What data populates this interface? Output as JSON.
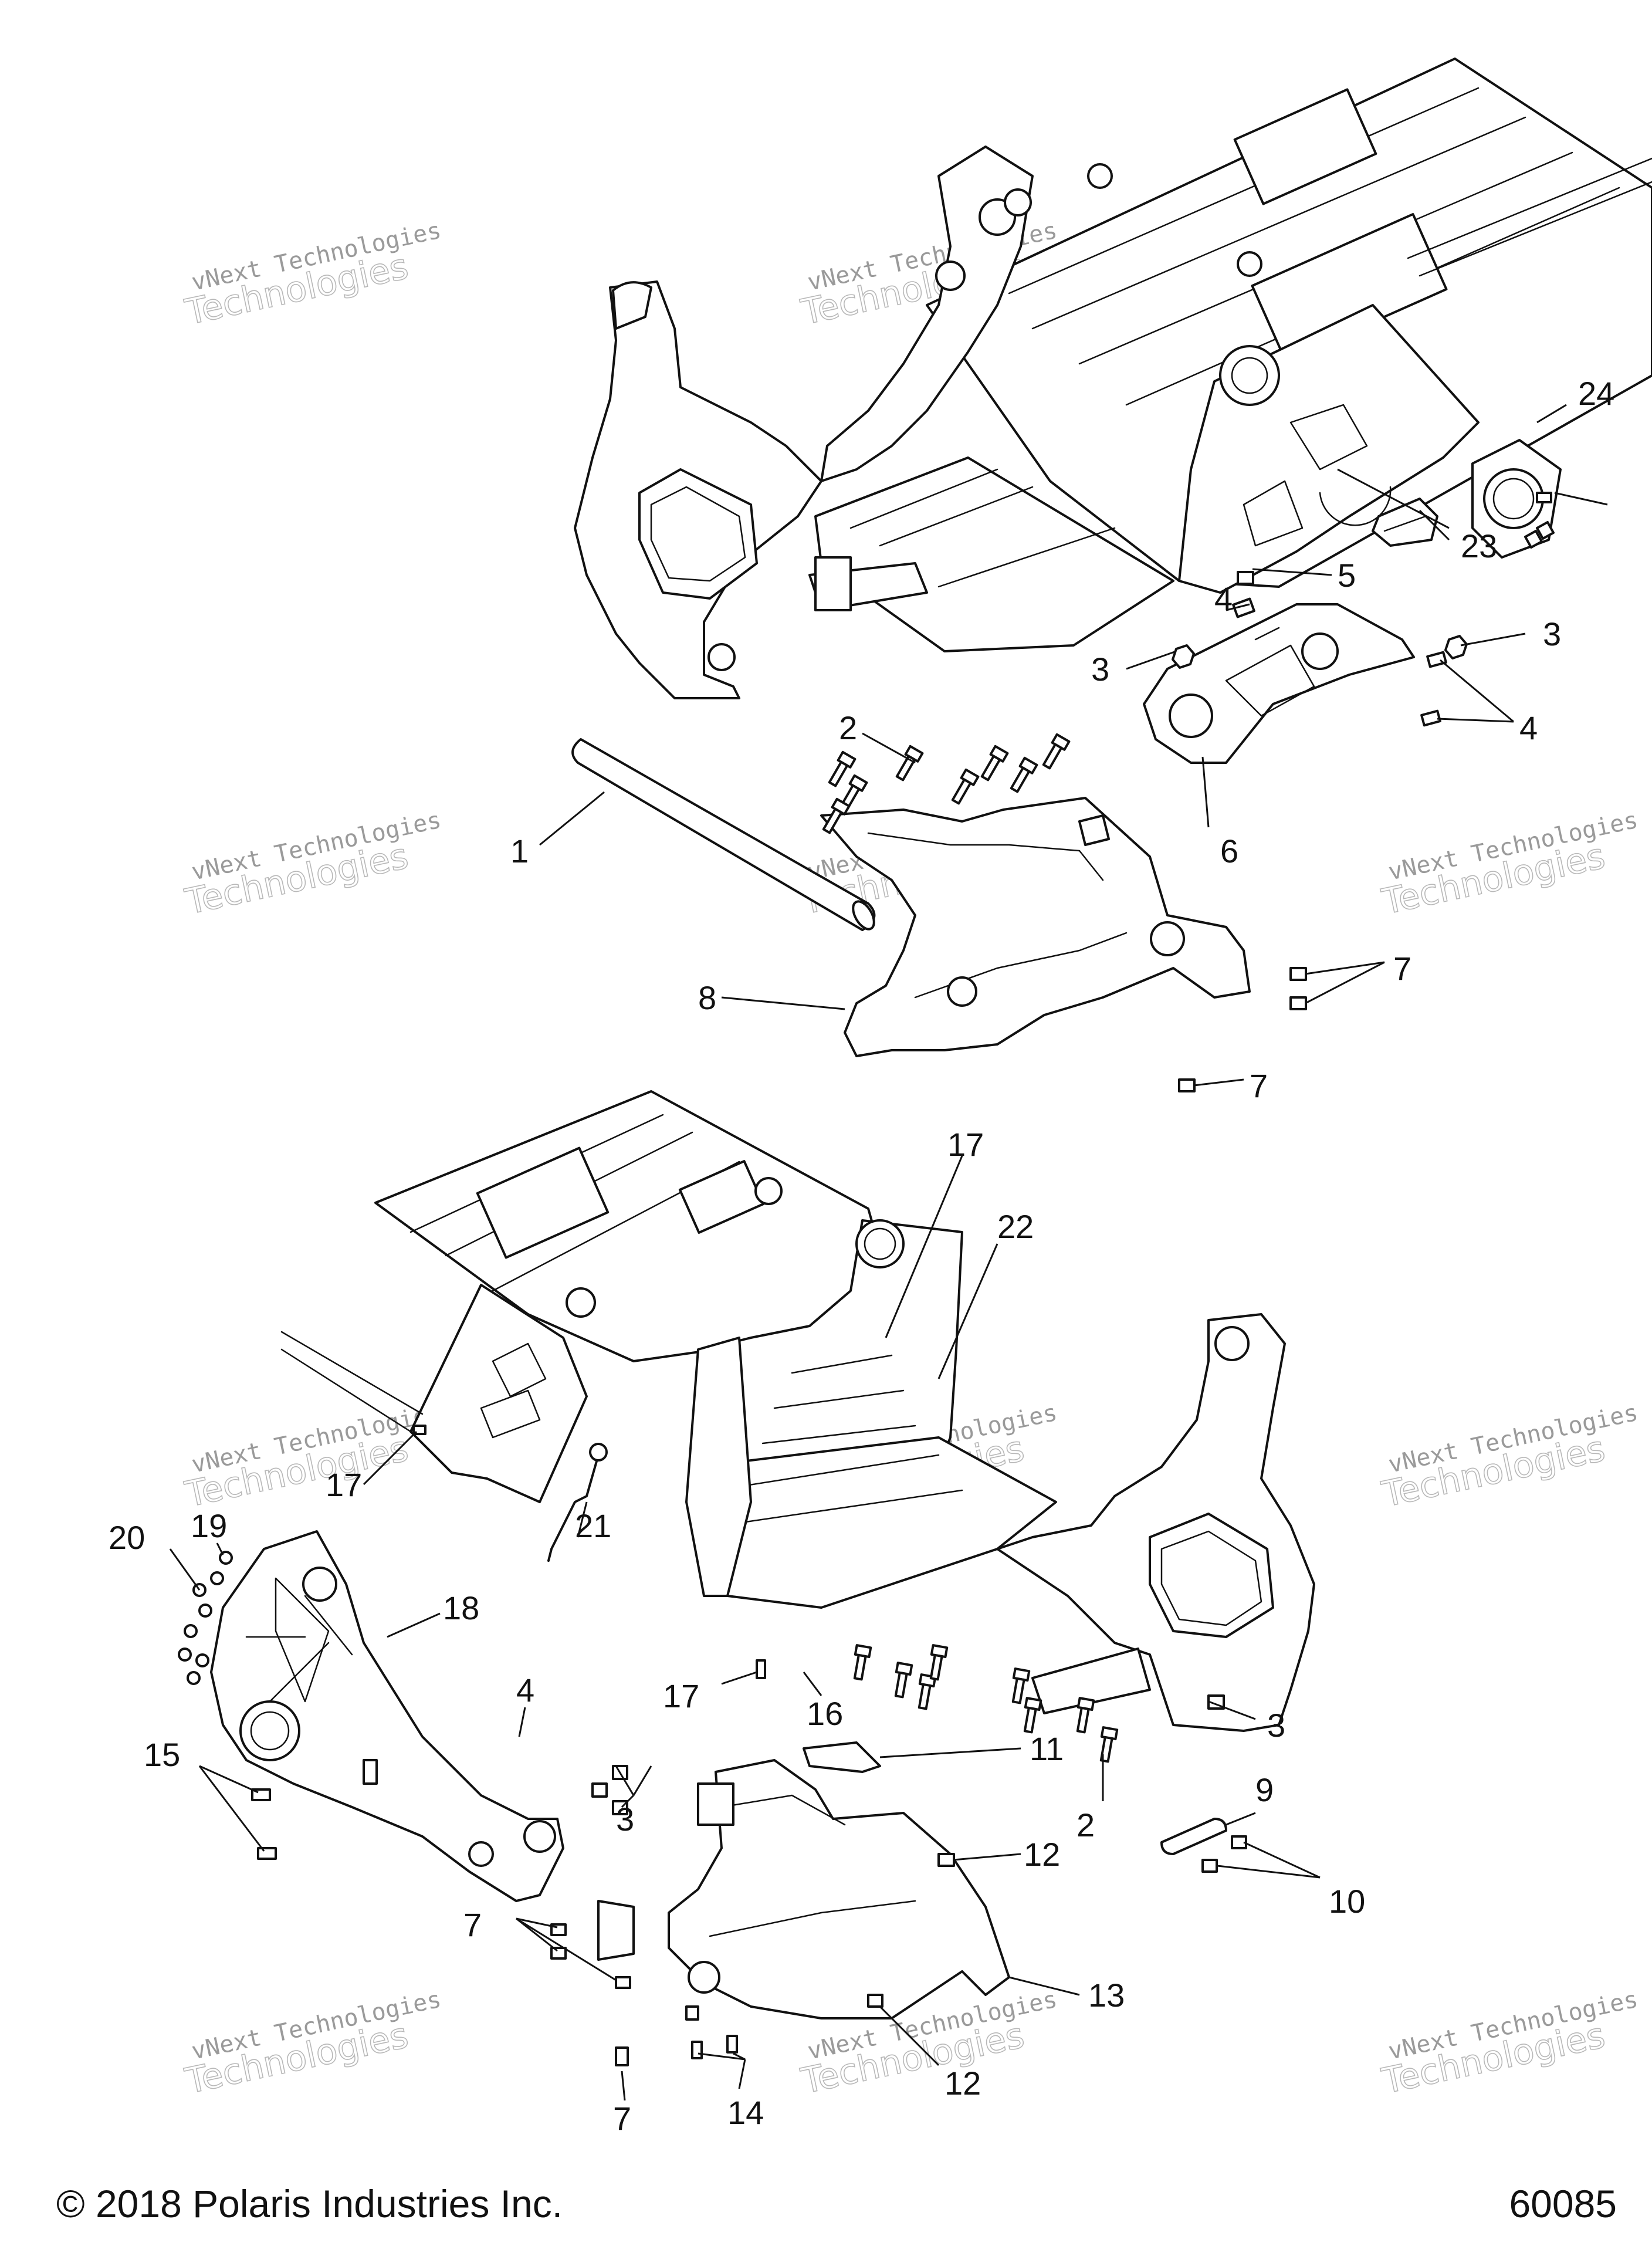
{
  "watermark": {
    "line1": "vNext Technologies",
    "line2": "Technologies"
  },
  "footer": {
    "copyright": "© 2018 Polaris Industries Inc.",
    "figure_number": "60085"
  },
  "callouts": [
    {
      "id": "c24",
      "label": "24"
    },
    {
      "id": "c23",
      "label": "23"
    },
    {
      "id": "c5",
      "label": "5"
    },
    {
      "id": "c4a",
      "label": "4"
    },
    {
      "id": "c3a",
      "label": "3"
    },
    {
      "id": "c3b",
      "label": "3"
    },
    {
      "id": "c4b",
      "label": "4"
    },
    {
      "id": "c2a",
      "label": "2"
    },
    {
      "id": "c6",
      "label": "6"
    },
    {
      "id": "c1",
      "label": "1"
    },
    {
      "id": "c7a",
      "label": "7"
    },
    {
      "id": "c8",
      "label": "8"
    },
    {
      "id": "c7b",
      "label": "7"
    },
    {
      "id": "c17a",
      "label": "17"
    },
    {
      "id": "c22",
      "label": "22"
    },
    {
      "id": "c17b",
      "label": "17"
    },
    {
      "id": "c21",
      "label": "21"
    },
    {
      "id": "c19",
      "label": "19"
    },
    {
      "id": "c20",
      "label": "20"
    },
    {
      "id": "c18",
      "label": "18"
    },
    {
      "id": "c4c",
      "label": "4"
    },
    {
      "id": "c17c",
      "label": "17"
    },
    {
      "id": "c16",
      "label": "16"
    },
    {
      "id": "c3c",
      "label": "3"
    },
    {
      "id": "c15",
      "label": "15"
    },
    {
      "id": "c3d",
      "label": "3"
    },
    {
      "id": "c11",
      "label": "11"
    },
    {
      "id": "c2b",
      "label": "2"
    },
    {
      "id": "c9",
      "label": "9"
    },
    {
      "id": "c12a",
      "label": "12"
    },
    {
      "id": "c10",
      "label": "10"
    },
    {
      "id": "c7c",
      "label": "7"
    },
    {
      "id": "c13",
      "label": "13"
    },
    {
      "id": "c7d",
      "label": "7"
    },
    {
      "id": "c14",
      "label": "14"
    },
    {
      "id": "c12b",
      "label": "12"
    }
  ]
}
